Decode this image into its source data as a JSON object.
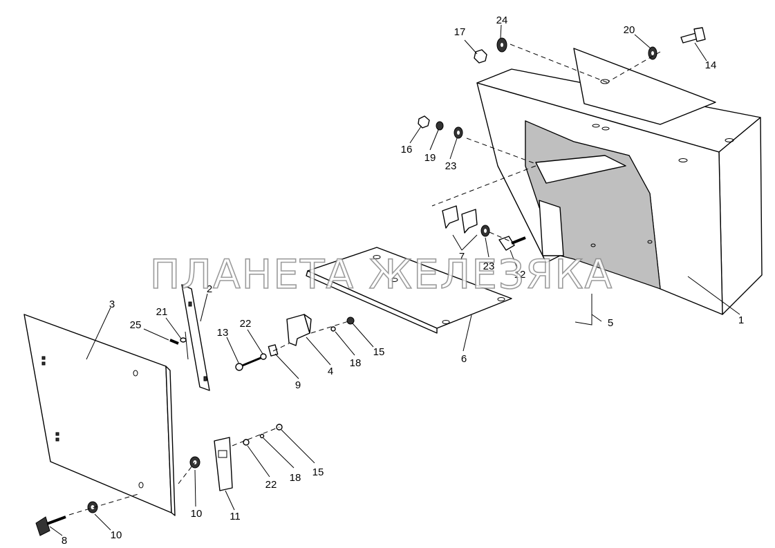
{
  "watermark": "ПЛАНЕТА ЖЕЛЕЗЯКА",
  "callouts": [
    {
      "label": "1"
    },
    {
      "label": "2"
    },
    {
      "label": "3"
    },
    {
      "label": "4"
    },
    {
      "label": "5"
    },
    {
      "label": "6"
    },
    {
      "label": "7"
    },
    {
      "label": "8"
    },
    {
      "label": "9"
    },
    {
      "label": "10"
    },
    {
      "label": "10"
    },
    {
      "label": "11"
    },
    {
      "label": "12"
    },
    {
      "label": "13"
    },
    {
      "label": "14"
    },
    {
      "label": "15"
    },
    {
      "label": "15"
    },
    {
      "label": "16"
    },
    {
      "label": "17"
    },
    {
      "label": "18"
    },
    {
      "label": "18"
    },
    {
      "label": "19"
    },
    {
      "label": "20"
    },
    {
      "label": "21"
    },
    {
      "label": "22"
    },
    {
      "label": "22"
    },
    {
      "label": "23"
    },
    {
      "label": "23"
    },
    {
      "label": "24"
    },
    {
      "label": "25"
    }
  ]
}
